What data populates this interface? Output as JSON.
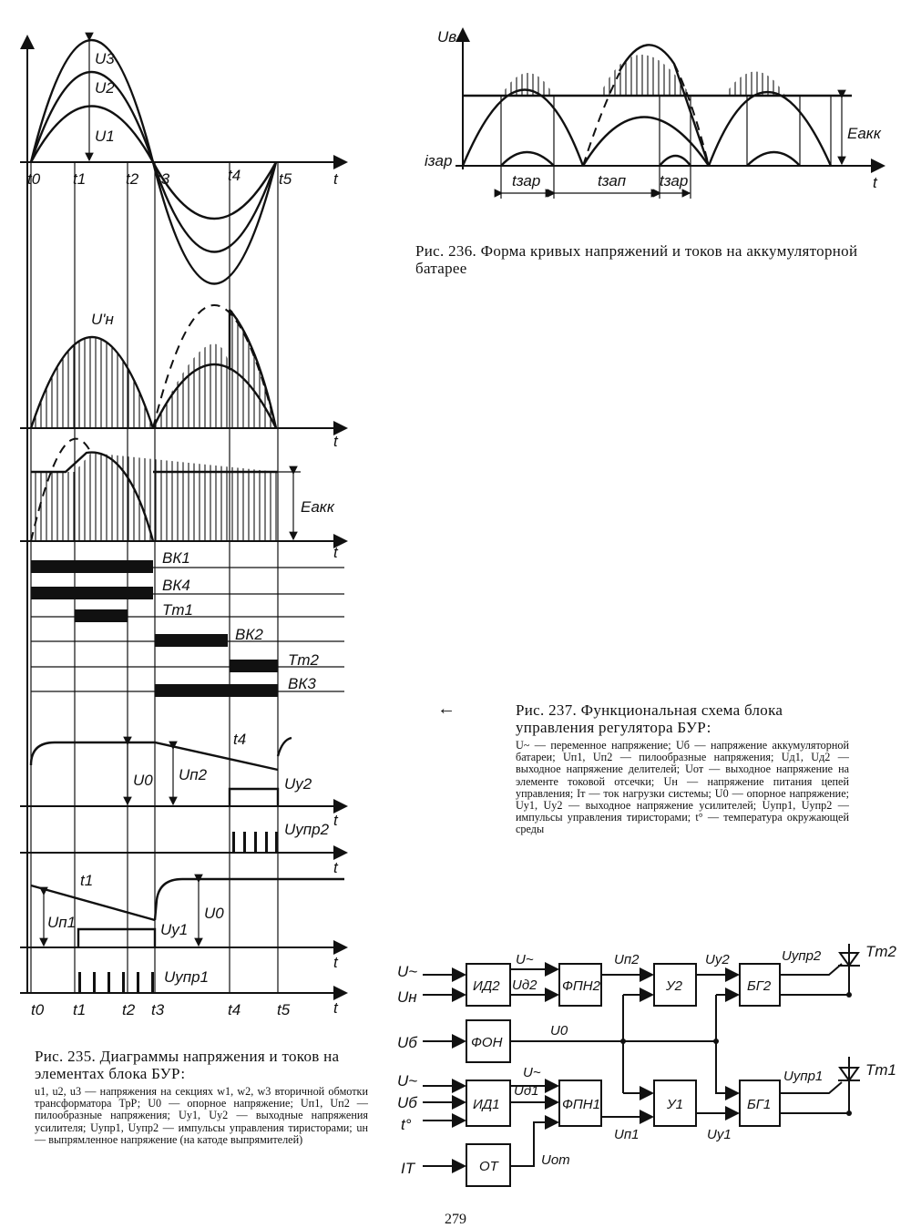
{
  "fig235": {
    "axis_t": "t",
    "time_marks": [
      "t0",
      "t1",
      "t2",
      "t3",
      "t4",
      "t5"
    ],
    "U3": "U3",
    "U2": "U2",
    "U1": "U1",
    "Un_prime": "U'н",
    "E_akk": "Eакк",
    "bars": [
      "ВК1",
      "ВК4",
      "Тт1",
      "ВК2",
      "Тт2",
      "ВК3"
    ],
    "t4": "t4",
    "t1": "t1",
    "U0": "U0",
    "Upi2": "Uп2",
    "Uy2": "Uу2",
    "Uupr2": "Uупр2",
    "Upi1": "Uп1",
    "Uy1": "Uу1",
    "Uupr1": "Uупр1",
    "caption_title": "Рис. 235. Диаграммы напряжения и токов на элементах блока БУР:",
    "caption_body": "u1, u2, u3 — напряжения на секциях w1, w2, w3 вторичной обмотки трансформатора ТрР; U0 — опорное напряжение; Uп1, Uп2 — пилообразные напряжения; Uу1, Uу2 — выходные напряжения усилителя; Uупр1, Uупр2 — импульсы управления тиристорами; uн — выпрямленное напряжение (на катоде выпрямителей)"
  },
  "fig236": {
    "Ub": "Uв",
    "izar": "iзар",
    "Eakk": "Eакк",
    "t": "t",
    "tzar": "tзар",
    "tzap": "tзап",
    "caption": "Рис. 236. Форма кривых напряжений и токов на аккумуляторной батарее"
  },
  "fig237": {
    "arrow": "←",
    "caption_title": "Рис. 237. Функциональная схема блока управления регулятора БУР:",
    "caption_body": "U~ — переменное напряжение; Uб — напряжение аккумуляторной батареи; Uп1, Uп2 — пилообразные напряжения; Uд1, Uд2 — выходное напряжение делителей; Uот — выходное напряжение на элементе токовой отсечки; Uн — напряжение питания цепей управления; Iт — ток нагрузки системы; U0 — опорное напряжение; Uу1, Uу2 — выходное напряжение усилителей; Uупр1, Uупр2 — импульсы управления тиристорами; t° — температура окружающей среды",
    "blocks": {
      "ID2": "ИД2",
      "FPN2": "ФПН2",
      "U2": "У2",
      "BG2": "БГ2",
      "FON": "ФОН",
      "ID1": "ИД1",
      "FPN1": "ФПН1",
      "U1": "У1",
      "BG1": "БГ1",
      "OT": "ОТ"
    },
    "inputs": {
      "Uac": "U~",
      "Un": "Uн",
      "Ub": "Uб",
      "Uac2": "U~",
      "Ub2": "Uб",
      "temp": "t°",
      "IT": "IТ"
    },
    "signals": {
      "Uac_a": "U~",
      "Ud2": "Uд2",
      "Upi2": "Uп2",
      "Uy2": "Uу2",
      "Uupr2": "Uупр2",
      "U0": "U0",
      "Uac_b": "U~",
      "Ud1": "Uд1",
      "Upi1": "Uп1",
      "Uy1": "Uу1",
      "Uupr1": "Uупр1",
      "Uot": "Uот"
    },
    "thyristors": {
      "Tt2": "Тт2",
      "Tt1": "Тт1"
    }
  },
  "page_number": "279"
}
